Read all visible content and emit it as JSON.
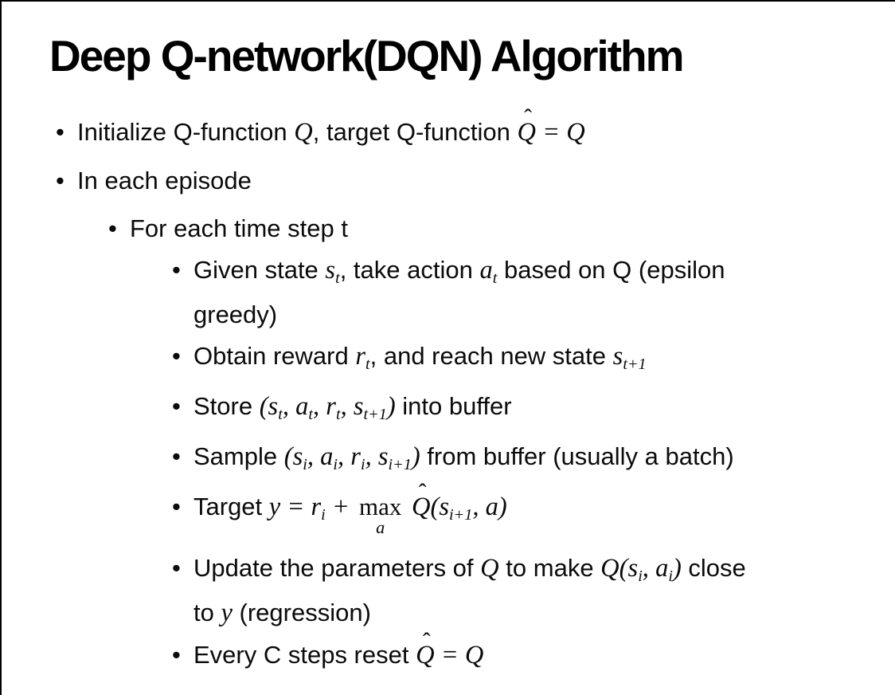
{
  "glyphs": {
    "bullet": "•",
    "hat": "ˆ"
  },
  "slide": {
    "title": "Deep Q-network(DQN) Algorithm",
    "bullets": [
      {
        "level": 1,
        "segments": [
          {
            "t": "Initialize Q-function "
          },
          {
            "m": "Q"
          },
          {
            "t": ", target Q-function "
          },
          {
            "hat": "Q"
          },
          {
            "m": " = Q"
          }
        ]
      },
      {
        "level": 1,
        "segments": [
          {
            "t": "In each episode"
          }
        ]
      },
      {
        "level": 2,
        "segments": [
          {
            "t": "For each time step t"
          }
        ]
      },
      {
        "level": 3,
        "segments": [
          {
            "t": "Given state "
          },
          {
            "m": "s",
            "sub": "t"
          },
          {
            "t": ", take action "
          },
          {
            "m": "a",
            "sub": "t"
          },
          {
            "t": " based on Q (epsilon"
          },
          {
            "br": true
          },
          {
            "t": "greedy)"
          }
        ]
      },
      {
        "level": 3,
        "segments": [
          {
            "t": "Obtain reward "
          },
          {
            "m": "r",
            "sub": "t"
          },
          {
            "t": ", and reach new state "
          },
          {
            "m": "s",
            "sub": "t+1"
          }
        ]
      },
      {
        "level": 3,
        "segments": [
          {
            "t": "Store "
          },
          {
            "m": "(s",
            "sub": "t"
          },
          {
            "m": ", a",
            "sub": "t"
          },
          {
            "m": ", r",
            "sub": "t"
          },
          {
            "m": ", s",
            "sub": "t+1"
          },
          {
            "m": ")"
          },
          {
            "t": " into buffer"
          }
        ]
      },
      {
        "level": 3,
        "segments": [
          {
            "t": "Sample "
          },
          {
            "m": "(s",
            "sub": "i"
          },
          {
            "m": ", a",
            "sub": "i"
          },
          {
            "m": ", r",
            "sub": "i"
          },
          {
            "m": ", s",
            "sub": "i+1"
          },
          {
            "m": ")"
          },
          {
            "t": " from buffer (usually a batch)"
          }
        ]
      },
      {
        "level": 3,
        "segments": [
          {
            "t": "Target "
          },
          {
            "m": "y = r",
            "sub": "i"
          },
          {
            "m": " + "
          },
          {
            "max": "max",
            "under": "a"
          },
          {
            "t": " "
          },
          {
            "hat": "Q"
          },
          {
            "m": "(s",
            "sub": "i+1"
          },
          {
            "m": ", a)"
          }
        ]
      },
      {
        "level": 3,
        "segments": [
          {
            "t": "Update the parameters of "
          },
          {
            "m": "Q"
          },
          {
            "t": " to make "
          },
          {
            "m": "Q(s",
            "sub": "i"
          },
          {
            "m": ", a",
            "sub": "i"
          },
          {
            "m": ")"
          },
          {
            "t": " close"
          },
          {
            "br": true
          },
          {
            "t": "to "
          },
          {
            "m": "y"
          },
          {
            "t": " (regression)"
          }
        ]
      },
      {
        "level": 3,
        "segments": [
          {
            "t": "Every C steps reset "
          },
          {
            "hat": "Q"
          },
          {
            "m": " = Q"
          }
        ]
      }
    ]
  }
}
